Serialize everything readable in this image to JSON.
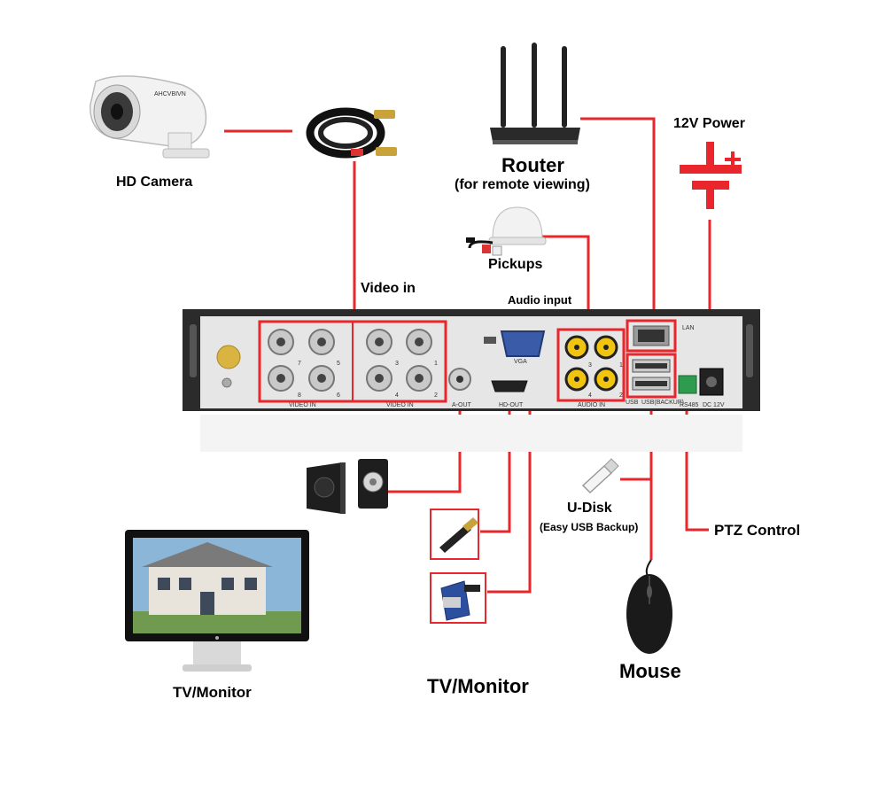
{
  "labels": {
    "hd_camera": "HD Camera",
    "router": "Router",
    "router_sub": "(for remote viewing)",
    "power": "12V Power",
    "pickups": "Pickups",
    "video_in": "Video in",
    "audio_input": "Audio input",
    "udisk": "U-Disk",
    "udisk_sub": "(Easy USB Backup)",
    "ptz": "PTZ Control",
    "mouse": "Mouse",
    "tv_monitor_left": "TV/Monitor",
    "tv_monitor_center": "TV/Monitor"
  },
  "panel_labels": {
    "video_in_a": "VIDEO IN",
    "video_in_b": "VIDEO IN",
    "vga": "VGA",
    "a_out": "A-OUT",
    "hd_out": "HD-OUT",
    "audio_in": "AUDIO IN",
    "lan": "LAN",
    "usb": "USB",
    "usb_backup": "USB(BACKUP)",
    "rs485": "RS485",
    "dc12v": "DC 12V",
    "camera_brand": "AHCVBIVN",
    "video_ports": [
      "7",
      "5",
      "8",
      "6",
      "3",
      "1",
      "4",
      "2"
    ],
    "audio_ports": [
      "3",
      "1",
      "4",
      "2"
    ]
  },
  "colors": {
    "connector_line": "#e8262b",
    "panel_body": "#e6e6e6",
    "panel_frame": "#2b2b2b",
    "highlight_box": "#e8262b"
  },
  "icons": [
    "camera-icon",
    "cable-coil-icon",
    "router-icon",
    "power-symbol-icon",
    "microphone-icon",
    "speakers-icon",
    "monitor-icon",
    "hdmi-cable-icon",
    "vga-cable-icon",
    "usb-drive-icon",
    "mouse-icon"
  ]
}
